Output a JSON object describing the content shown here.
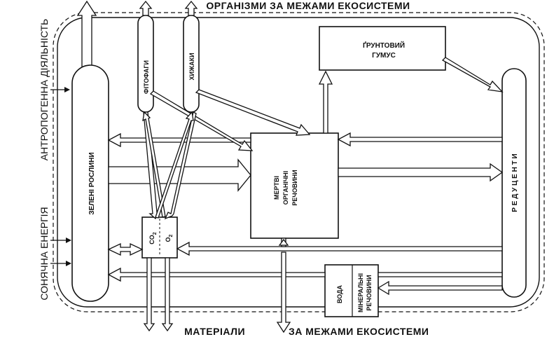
{
  "labels": {
    "top": "ОРГАНІЗМИ ЗА МЕЖАМИ ЕКОСИСТЕМИ",
    "bottom_left": "МАТЕРІАЛИ",
    "bottom_right": "ЗА МЕЖАМИ ЕКОСИСТЕМИ",
    "left_top": "АНТРОПОГЕННА ДІЯЛЬНІСТЬ",
    "left_bottom": "СОНЯЧНА ЕНЕРГІЯ",
    "green_plants": "ЗЕЛЕНІ РОСЛИНИ",
    "phytophages": "ФІТОФАГИ",
    "predators": "ХИЖАКИ",
    "soil_humus_1": "ҐРУНТОВИЙ",
    "soil_humus_2": "ГУМУС",
    "dead_organic_1": "МЕРТВІ",
    "dead_organic_2": "ОРГАНІЧНІ",
    "dead_organic_3": "РЕЧОВИНИ",
    "reducers": "Р Е Д У Ц Е Н Т И",
    "co2": "CO",
    "co2_sub": "2",
    "o2": "O",
    "o2_sub": "2",
    "water": "ВОДА",
    "minerals_1": "МІНЕРАЛЬНІ",
    "minerals_2": "РЕЧОВИНИ"
  }
}
